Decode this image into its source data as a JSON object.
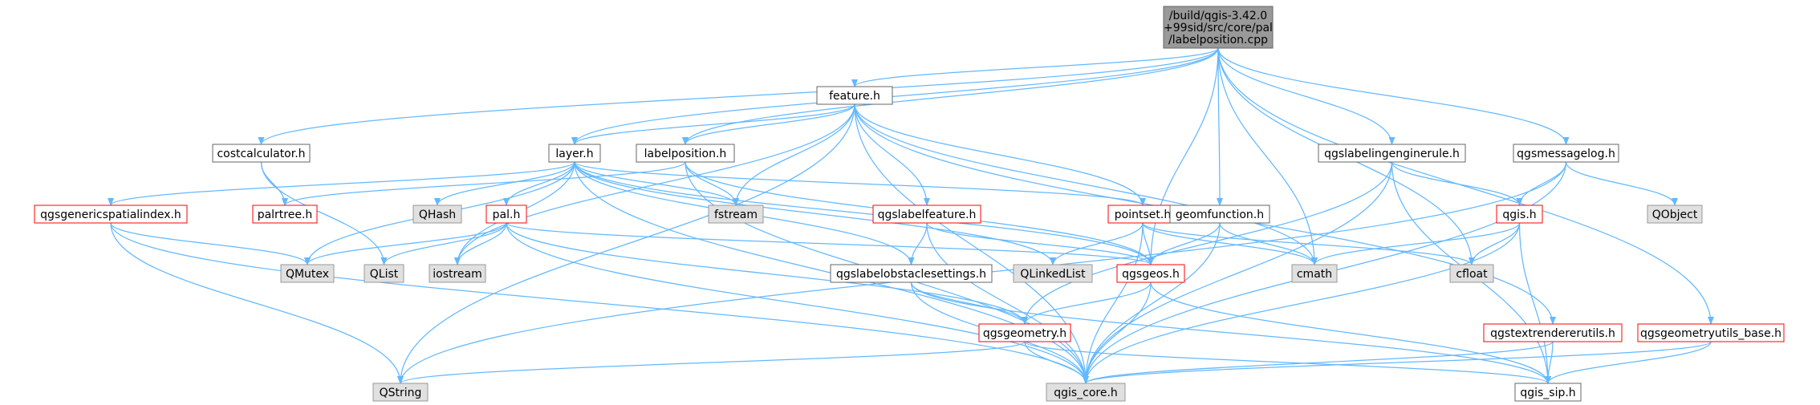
{
  "diagram": {
    "root": {
      "id": "root",
      "lines": [
        "/build/qgis-3.42.0",
        "+99sid/src/core/pal",
        "/labelposition.cpp"
      ],
      "kind": "root"
    },
    "nodes": [
      {
        "id": "feature",
        "label": "feature.h",
        "kind": "white"
      },
      {
        "id": "costcalculator",
        "label": "costcalculator.h",
        "kind": "white"
      },
      {
        "id": "layer",
        "label": "layer.h",
        "kind": "white"
      },
      {
        "id": "labelposition",
        "label": "labelposition.h",
        "kind": "white"
      },
      {
        "id": "qgslabelingenginerule",
        "label": "qgslabelingenginerule.h",
        "kind": "white"
      },
      {
        "id": "qgsmessagelog",
        "label": "qgsmessagelog.h",
        "kind": "white"
      },
      {
        "id": "qgsgenericspatialindex",
        "label": "qgsgenericspatialindex.h",
        "kind": "red"
      },
      {
        "id": "palrtree",
        "label": "palrtree.h",
        "kind": "red"
      },
      {
        "id": "QHash",
        "label": "QHash",
        "kind": "gray"
      },
      {
        "id": "pal",
        "label": "pal.h",
        "kind": "red"
      },
      {
        "id": "fstream",
        "label": "fstream",
        "kind": "gray"
      },
      {
        "id": "qgslabelfeature",
        "label": "qgslabelfeature.h",
        "kind": "red"
      },
      {
        "id": "pointset",
        "label": "pointset.h",
        "kind": "red"
      },
      {
        "id": "geomfunction",
        "label": "geomfunction.h",
        "kind": "white"
      },
      {
        "id": "qgis",
        "label": "qgis.h",
        "kind": "red"
      },
      {
        "id": "QObject",
        "label": "QObject",
        "kind": "gray"
      },
      {
        "id": "QMutex",
        "label": "QMutex",
        "kind": "gray"
      },
      {
        "id": "QList",
        "label": "QList",
        "kind": "gray"
      },
      {
        "id": "iostream",
        "label": "iostream",
        "kind": "gray"
      },
      {
        "id": "qgslabelobstaclesettings",
        "label": "qgslabelobstaclesettings.h",
        "kind": "white"
      },
      {
        "id": "QLinkedList",
        "label": "QLinkedList",
        "kind": "gray"
      },
      {
        "id": "qgsgeos",
        "label": "qgsgeos.h",
        "kind": "red"
      },
      {
        "id": "cmath",
        "label": "cmath",
        "kind": "gray"
      },
      {
        "id": "cfloat",
        "label": "cfloat",
        "kind": "gray"
      },
      {
        "id": "qgsgeometry",
        "label": "qgsgeometry.h",
        "kind": "red"
      },
      {
        "id": "qgstextrendererutils",
        "label": "qgstextrendererutils.h",
        "kind": "red"
      },
      {
        "id": "qgsgeometryutils_base",
        "label": "qgsgeometryutils_base.h",
        "kind": "red"
      },
      {
        "id": "QString",
        "label": "QString",
        "kind": "gray"
      },
      {
        "id": "qgis_core",
        "label": "qgis_core.h",
        "kind": "gray"
      },
      {
        "id": "qgis_sip",
        "label": "qgis_sip.h",
        "kind": "white"
      }
    ],
    "colors": {
      "edge": "#63b8ff",
      "root_fill": "#999999",
      "gray_fill": "#e0e0e0",
      "red_border": "#ff0000",
      "white_border": "#666666"
    }
  }
}
